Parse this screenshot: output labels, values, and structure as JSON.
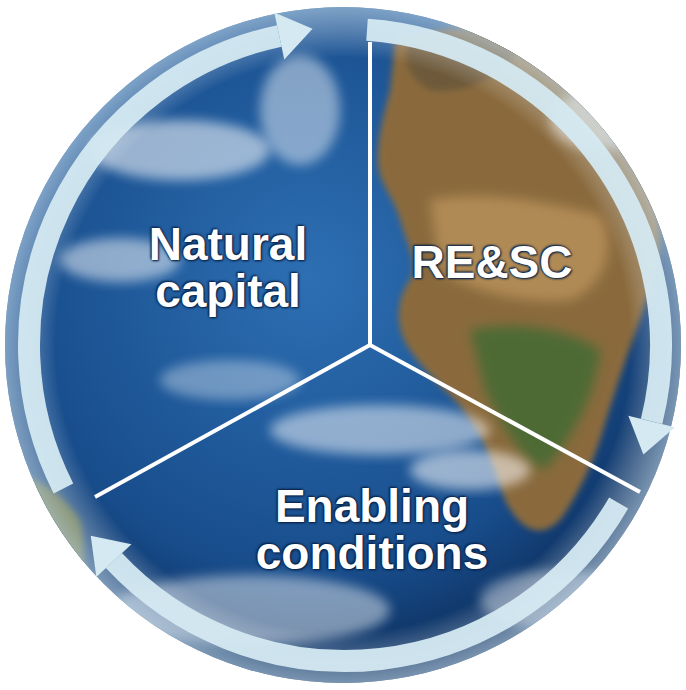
{
  "diagram": {
    "nodes": [
      {
        "text": [
          "Natural capital"
        ]
      },
      {
        "text": [
          "RE&SC"
        ]
      },
      {
        "text": [
          "Enabling conditions"
        ]
      }
    ],
    "edges": [
      {
        "from": 0,
        "to": 1,
        "arrow": "to"
      },
      {
        "from": 1,
        "to": 2,
        "arrow": "to"
      },
      {
        "from": 2,
        "to": 0,
        "arrow": "to"
      }
    ]
  }
}
